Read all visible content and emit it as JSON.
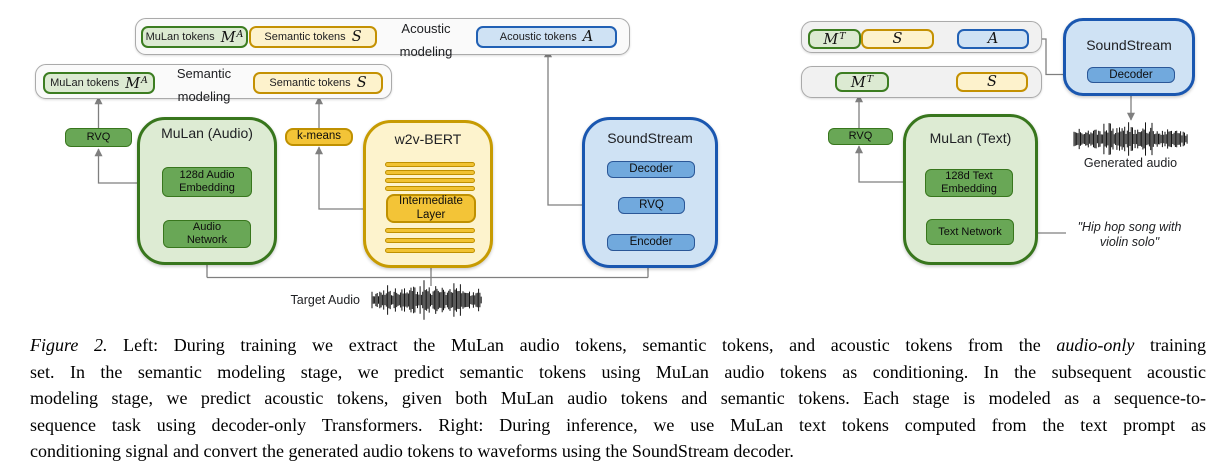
{
  "diagram": {
    "left": {
      "row1": {
        "mulan_label": "MuLan tokens",
        "mulan_math": "M",
        "mulan_sup": "A",
        "semantic_label": "Semantic tokens",
        "semantic_math": "S",
        "arrow_line1": "Acoustic",
        "arrow_line2": "modeling",
        "acoustic_label": "Acoustic tokens",
        "acoustic_math": "A"
      },
      "row2": {
        "mulan_label": "MuLan tokens",
        "mulan_math": "M",
        "mulan_sup": "A",
        "arrow_line1": "Semantic",
        "arrow_line2": "modeling",
        "semantic_label": "Semantic tokens",
        "semantic_math": "S"
      },
      "rvq_label": "RVQ",
      "mulan_audio": {
        "title": "MuLan (Audio)",
        "embedding": "128d Audio\nEmbedding",
        "network": "Audio\nNetwork"
      },
      "kmeans_label": "k-means",
      "w2v_bert": {
        "title": "w2v-BERT",
        "intermediate": "Intermediate\nLayer"
      },
      "soundstream": {
        "title": "SoundStream",
        "decoder": "Decoder",
        "rvq": "RVQ",
        "encoder": "Encoder"
      },
      "target_audio_label": "Target Audio"
    },
    "right": {
      "row1": {
        "mulan_math": "M",
        "mulan_sup": "T",
        "semantic_math": "S",
        "acoustic_math": "A"
      },
      "row2": {
        "mulan_math": "M",
        "mulan_sup": "T",
        "semantic_math": "S"
      },
      "rvq_label": "RVQ",
      "mulan_text": {
        "title": "MuLan (Text)",
        "embedding": "128d Text\nEmbedding",
        "network": "Text Network"
      },
      "soundstream": {
        "title": "SoundStream",
        "decoder": "Decoder"
      },
      "generated_audio_label": "Generated audio",
      "prompt": "\"Hip hop song with\nviolin solo\""
    },
    "colors": {
      "green_border": "#38761d",
      "green_fill_light": "#dcead2",
      "green_fill_medium": "#69a756",
      "yellow_border": "#bf9000",
      "yellow_fill_light": "#fdf2cc",
      "yellow_fill_medium": "#f1c232",
      "blue_border": "#1a57b0",
      "blue_fill_light": "#cfe2f4",
      "blue_fill_medium": "#71a9dd",
      "arrow_gray": "#7f7f7f"
    }
  },
  "caption": {
    "l1a": "Figure 2.",
    "l1b": " Left: During training we extract the MuLan audio tokens, semantic tokens, and acoustic tokens from the ",
    "l1c": "audio-only",
    "l1d": " training",
    "l2": "set. In the semantic modeling stage, we predict semantic tokens using MuLan audio tokens as conditioning. In the subsequent acoustic",
    "l3": "modeling stage, we predict acoustic tokens, given both MuLan audio tokens and semantic tokens. Each stage is modeled as a sequence-to-",
    "l4": "sequence task using decoder-only Transformers. Right: During inference, we use MuLan text tokens computed from the text prompt as",
    "l5": "conditioning signal and convert the generated audio tokens to waveforms using the SoundStream decoder."
  }
}
